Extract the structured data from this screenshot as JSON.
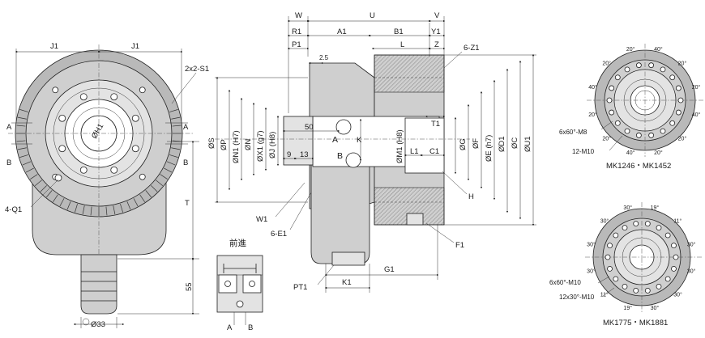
{
  "front_view": {
    "j1_left": "J1",
    "j1_right": "J1",
    "a_left": "A",
    "a_right": "A",
    "b_left": "B",
    "b_right": "B",
    "slot": "2x2-S1",
    "h1": "ØH1",
    "q1": "4-Q1",
    "t": "T",
    "d55": "55",
    "d33": "Ø33"
  },
  "side_view": {
    "w": "W",
    "u": "U",
    "v": "V",
    "r1": "R1",
    "a1": "A1",
    "b1": "B1",
    "y1": "Y1",
    "p1": "P1",
    "l": "L",
    "z": "Z",
    "d25": "2.5",
    "z1": "6-Z1",
    "s": "ØS",
    "p": "ØP",
    "n1": "ØN1 (H7)",
    "n": "ØN",
    "x1": "ØX1 (g7)",
    "j": "ØJ (H8)",
    "d50": "50",
    "port_a": "A",
    "k": "K",
    "port_b": "B",
    "d9": "9",
    "d13": "13",
    "m1": "ØM1 (H8)",
    "l1": "L1",
    "c1": "C1",
    "t1": "T1",
    "g": "ØG",
    "f": "ØF",
    "e": "ØE (h7)",
    "d1": "ØD1",
    "c": "ØC",
    "u1": "ØU1",
    "h": "H",
    "w1": "W1",
    "e1": "6-E1",
    "f1": "F1",
    "g1": "G1",
    "pt1": "PT1",
    "k1": "K1"
  },
  "inset": {
    "title": "前進",
    "a": "A",
    "b": "B"
  },
  "flange_top": {
    "model": "MK1246・MK1452",
    "holes_m8": "6x60°-M8",
    "holes_m10": "12-M10",
    "angle_labels": [
      "40°",
      "20°",
      "20°",
      "40°",
      "20°",
      "20°",
      "40°",
      "20°",
      "20°",
      "40°",
      "20°",
      "20°"
    ]
  },
  "flange_bottom": {
    "model": "MK1775・MK1881",
    "holes_m10a": "6x60°-M10",
    "holes_m10b": "12x30°-M10",
    "angle_labels": [
      "19°",
      "11°",
      "30°",
      "30°",
      "30°",
      "30°",
      "19°",
      "11°",
      "30°",
      "30°",
      "30°",
      "30°"
    ]
  }
}
